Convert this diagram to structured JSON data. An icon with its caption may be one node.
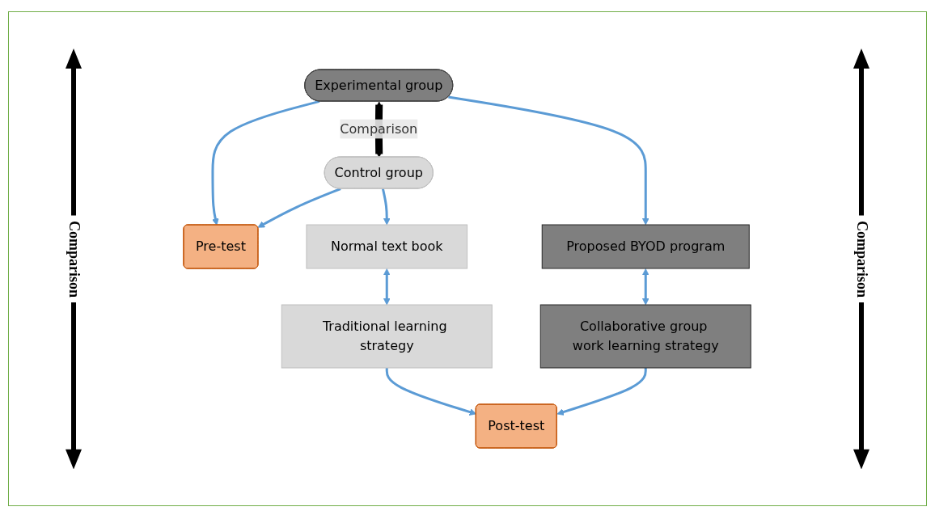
{
  "diagram": {
    "nodes": [
      {
        "text": [
          "Pre-test"
        ]
      },
      {
        "text": [
          "Experimental group"
        ]
      },
      {
        "text": [
          "Control group"
        ]
      },
      {
        "text": [
          "Proposed BYOD program"
        ]
      },
      {
        "text": [
          "Normal text book"
        ]
      },
      {
        "text": [
          "Collaborative group work learning strategy"
        ]
      },
      {
        "text": [
          "Traditional learning strategy"
        ]
      },
      {
        "text": [
          "Post-test"
        ]
      }
    ],
    "edges": [
      {
        "from": 1,
        "to": 0,
        "arrow": "to"
      },
      {
        "from": 2,
        "to": 0,
        "arrow": "to"
      },
      {
        "from": 1,
        "to": 2,
        "arrow": "both",
        "label": "Comparison",
        "style": "thick",
        "color": "#000000"
      },
      {
        "from": 1,
        "to": 3,
        "arrow": "to"
      },
      {
        "from": 2,
        "to": 4,
        "arrow": "to"
      },
      {
        "from": 3,
        "to": 5,
        "arrow": "both"
      },
      {
        "from": 4,
        "to": 6,
        "arrow": "both"
      },
      {
        "from": 5,
        "to": 7,
        "arrow": "to"
      },
      {
        "from": 6,
        "to": 7,
        "arrow": "to"
      }
    ],
    "labels": [
      "Comparison",
      "Comparison"
    ]
  }
}
